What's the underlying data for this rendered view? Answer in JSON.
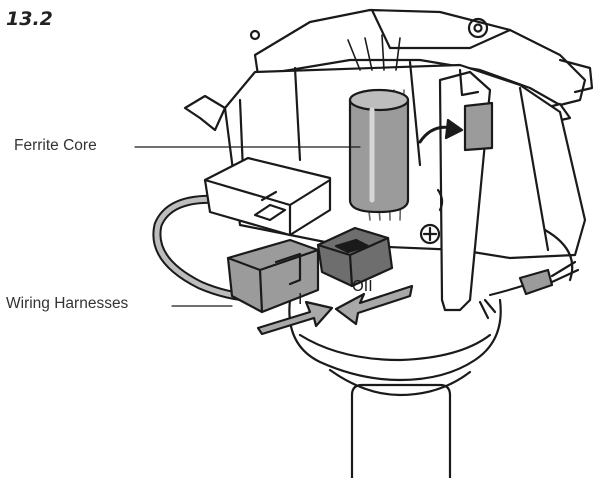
{
  "figure": {
    "step": "13.2",
    "callouts": {
      "ferrite_core": "Ferrite Core",
      "wiring_harnesses": "Wiring Harnesses"
    },
    "connector_marks": {
      "left": "I",
      "right": "OII"
    }
  },
  "colors": {
    "line": "#1a1a1a",
    "gray_fill": "#9b9b9b",
    "dark_gray": "#6e6e6e",
    "light_gray": "#bdbdbd",
    "arrow": "#a8a8a8"
  }
}
